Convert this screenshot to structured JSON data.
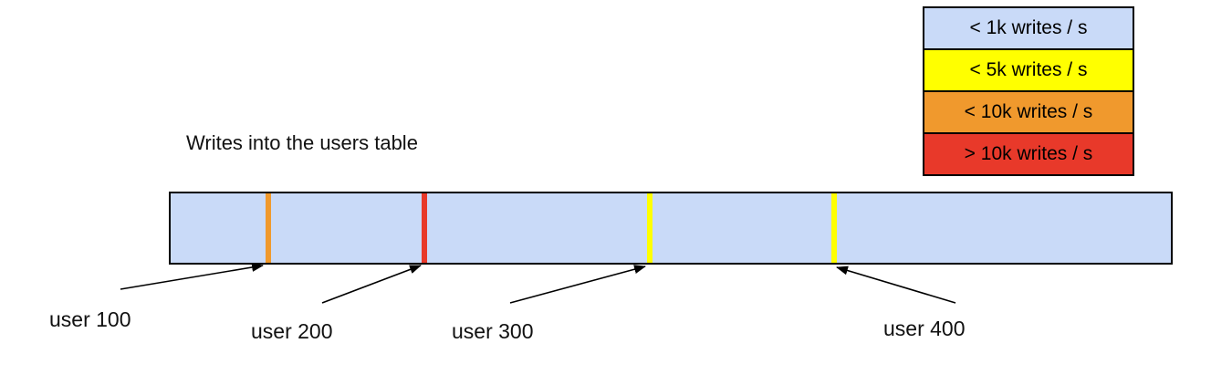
{
  "title": "Writes into the users table",
  "legend": {
    "items": [
      {
        "label": "< 1k writes / s",
        "color": "#c9daf8"
      },
      {
        "label": "< 5k writes / s",
        "color": "#ffff00"
      },
      {
        "label": "< 10k writes / s",
        "color": "#f0992d"
      },
      {
        "label": "> 10k writes / s",
        "color": "#e8392a"
      }
    ]
  },
  "bar": {
    "fill": "#c9daf8",
    "markers": [
      {
        "user": "user 100",
        "level": "< 10k writes / s",
        "color": "#f0992d"
      },
      {
        "user": "user 200",
        "level": "> 10k writes / s",
        "color": "#e8392a"
      },
      {
        "user": "user 300",
        "level": "< 5k writes / s",
        "color": "#ffff00"
      },
      {
        "user": "user 400",
        "level": "< 5k writes / s",
        "color": "#ffff00"
      }
    ]
  }
}
